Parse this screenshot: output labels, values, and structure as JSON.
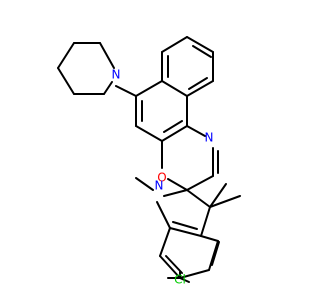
{
  "molecule": {
    "atoms": [
      {
        "id": "N1",
        "symbol": "N",
        "color": "#0000ff"
      },
      {
        "id": "N2",
        "symbol": "N",
        "color": "#0000ff"
      },
      {
        "id": "O1",
        "symbol": "O",
        "color": "#ff0000"
      },
      {
        "id": "N3",
        "symbol": "N",
        "color": "#0000ff"
      },
      {
        "id": "Cl1",
        "symbol": "Cl",
        "color": "#00cc00"
      }
    ]
  }
}
